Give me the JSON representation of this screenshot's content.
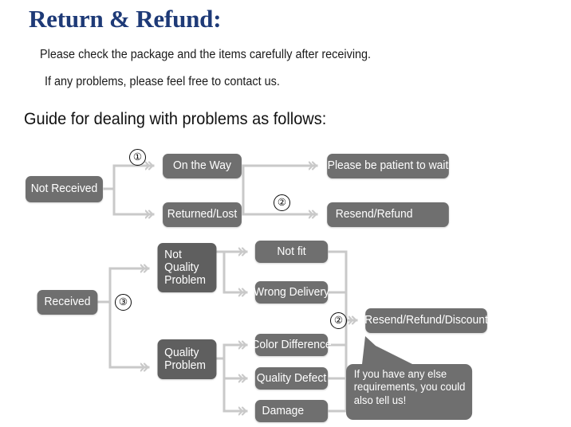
{
  "header": {
    "title": "Return & Refund:",
    "title_color": "#1e3a77",
    "intro_line_1": "Please check the package and the items carefully after receiving.",
    "intro_line_2": "If any problems, please feel free to contact us.",
    "guide_heading": "Guide for dealing with problems as follows:"
  },
  "theme": {
    "node_fill": "#6f6f6f",
    "node_text": "#ffffff",
    "connector": "#c6c6c6",
    "page_background": "#ffffff"
  },
  "flowchart": {
    "type": "decision-tree",
    "step_markers": [
      {
        "id": "step-1",
        "label": "①"
      },
      {
        "id": "step-2a",
        "label": "②"
      },
      {
        "id": "step-3",
        "label": "③"
      },
      {
        "id": "step-2b",
        "label": "②"
      }
    ],
    "branches": [
      {
        "id": "not-received",
        "root": "Not Received",
        "marker": "①",
        "states": [
          {
            "id": "on-the-way",
            "label": "On the Way",
            "outcome": "Please be patient to wait"
          },
          {
            "id": "returned-lost",
            "label": "Returned/Lost",
            "outcome": "Resend/Refund"
          }
        ],
        "outcome_marker": "②"
      },
      {
        "id": "received",
        "root": "Received",
        "marker": "③",
        "categories": [
          {
            "id": "not-quality-problem",
            "label": "Not\nQuality\nProblem",
            "issues": [
              "Not fit",
              "Wrong Delivery"
            ]
          },
          {
            "id": "quality-problem",
            "label": "Quality\nProblem",
            "issues": [
              "Color Difference",
              "Quality Defect",
              "Damage"
            ]
          }
        ],
        "outcome": "Resend/Refund/Discount",
        "outcome_marker": "②"
      }
    ],
    "nodes": {
      "not_received": "Not Received",
      "on_the_way": "On the Way",
      "returned_lost": "Returned/Lost",
      "please_be_patient": "Please be patient to wait",
      "resend_refund": "Resend/Refund",
      "received": "Received",
      "not_quality_problem_l1": "Not",
      "not_quality_problem_l2": "Quality",
      "not_quality_problem_l3": "Problem",
      "quality_problem_l1": "Quality",
      "quality_problem_l2": "Problem",
      "not_fit": "Not fit",
      "wrong_delivery": "Wrong Delivery",
      "color_difference": "Color Difference",
      "quality_defect": "Quality Defect",
      "damage": "Damage",
      "resend_refund_discount": "Resend/Refund/Discount"
    },
    "callout": {
      "line_1": "If you have any else",
      "line_2": "requirements, you could",
      "line_3": "also tell us!"
    }
  }
}
